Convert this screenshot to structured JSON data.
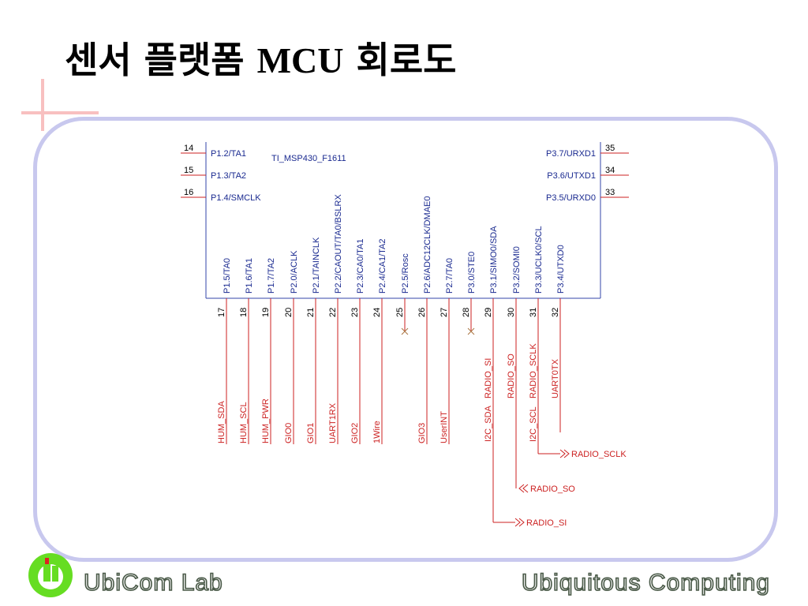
{
  "slide": {
    "title_main": "센서 플랫폼 ",
    "title_mcu": "MCU",
    "title_end": " 회로도",
    "footer_left": "UbiCom Lab",
    "footer_right": "Ubiquitous Computing"
  },
  "colors": {
    "frame": "#c8c8ee",
    "cross": "#f8c0c0",
    "wire": "#cc2222",
    "chip_border": "#3344aa",
    "pin_text": "#1a2a90",
    "net_text": "#cc2222",
    "logo_green": "#66dd22"
  },
  "icons": {
    "logo": "ubicom-logo-icon",
    "no_connect": "x-mark-icon"
  },
  "schematic": {
    "chip_name": "TI_MSP430_F1611",
    "left_pins": [
      {
        "num": "14",
        "label": "P1.2/TA1"
      },
      {
        "num": "15",
        "label": "P1.3/TA2"
      },
      {
        "num": "16",
        "label": "P1.4/SMCLK"
      }
    ],
    "right_pins": [
      {
        "num": "35",
        "label": "P3.7/URXD1"
      },
      {
        "num": "34",
        "label": "P3.6/UTXD1"
      },
      {
        "num": "33",
        "label": "P3.5/URXD0"
      }
    ],
    "bottom_pins": [
      {
        "num": "17",
        "label": "P1.5/TA0",
        "net": "HUM_SDA"
      },
      {
        "num": "18",
        "label": "P1.6/TA1",
        "net": "HUM_SCL"
      },
      {
        "num": "19",
        "label": "P1.7/TA2",
        "net": "HUM_PWR"
      },
      {
        "num": "20",
        "label": "P2.0/ACLK",
        "net": "GIO0"
      },
      {
        "num": "21",
        "label": "P2.1/TAINCLK",
        "net": "GIO1"
      },
      {
        "num": "22",
        "label": "P2.2/CAOUT/TA0/BSLRX",
        "net": "UART1RX"
      },
      {
        "num": "23",
        "label": "P2.3/CA0/TA1",
        "net": "GIO2"
      },
      {
        "num": "24",
        "label": "P2.4/CA1/TA2",
        "net": "1Wire"
      },
      {
        "num": "25",
        "label": "P2.5/Rosc",
        "net": "",
        "nc": true
      },
      {
        "num": "26",
        "label": "P2.6/ADC12CLK/DMAE0",
        "net": "GIO3"
      },
      {
        "num": "27",
        "label": "P2.7/TA0",
        "net": "UserINT"
      },
      {
        "num": "28",
        "label": "P3.0/STE0",
        "net": "",
        "nc": true
      },
      {
        "num": "29",
        "label": "P3.1/SIMO0/SDA",
        "net": "I2C_SDA",
        "net2": "RADIO_SI",
        "port": "RADIO_SI"
      },
      {
        "num": "30",
        "label": "P3.2/SOMI0",
        "net": "RADIO_SO",
        "port": "RADIO_SO"
      },
      {
        "num": "31",
        "label": "P3.3/UCLK0/SCL",
        "net": "I2C_SCL",
        "net2": "RADIO_SCLK",
        "port": "RADIO_SCLK"
      },
      {
        "num": "32",
        "label": "P3.4/UTXD0",
        "net": "UART0TX"
      }
    ]
  }
}
